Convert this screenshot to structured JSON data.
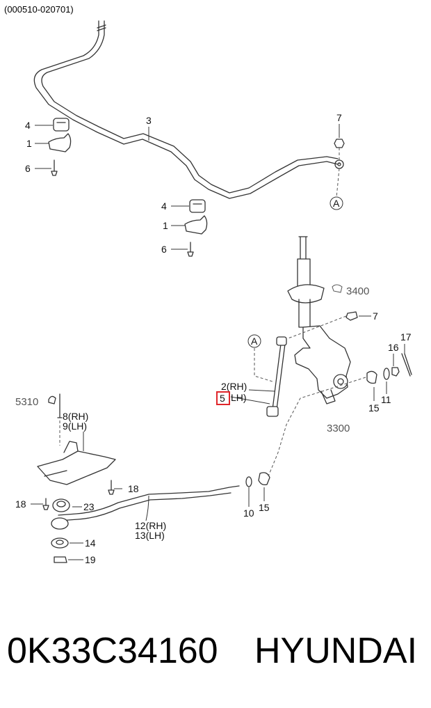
{
  "diagram_code": "(000510-020701)",
  "callouts": {
    "c3": "3",
    "c4a": "4",
    "c1a": "1",
    "c6a": "6",
    "c4b": "4",
    "c1b": "1",
    "c6b": "6",
    "c7a": "7",
    "c7b": "7",
    "ref_a1": "A",
    "ref_a2": "A",
    "c3400": "3400",
    "c2rh": "2(RH)",
    "c5": "5",
    "c5lh": "LH)",
    "c5310": "5310",
    "c8rh": "8(RH)",
    "c9lh": "9(LH)",
    "c16": "16",
    "c17": "17",
    "c15a": "15",
    "c11": "11",
    "c3300": "3300",
    "c18a": "18",
    "c18b": "18",
    "c23": "23",
    "c12rh": "12(RH)",
    "c13lh": "13(LH)",
    "c10": "10",
    "c15b": "15",
    "c14": "14",
    "c19": "19"
  },
  "colors": {
    "highlight": "#e0262b",
    "line": "#333333",
    "leader": "#555555",
    "part_fill": "#ffffff"
  },
  "footer": {
    "part_number": "0K33C34160",
    "brand": "HYUNDAI"
  }
}
